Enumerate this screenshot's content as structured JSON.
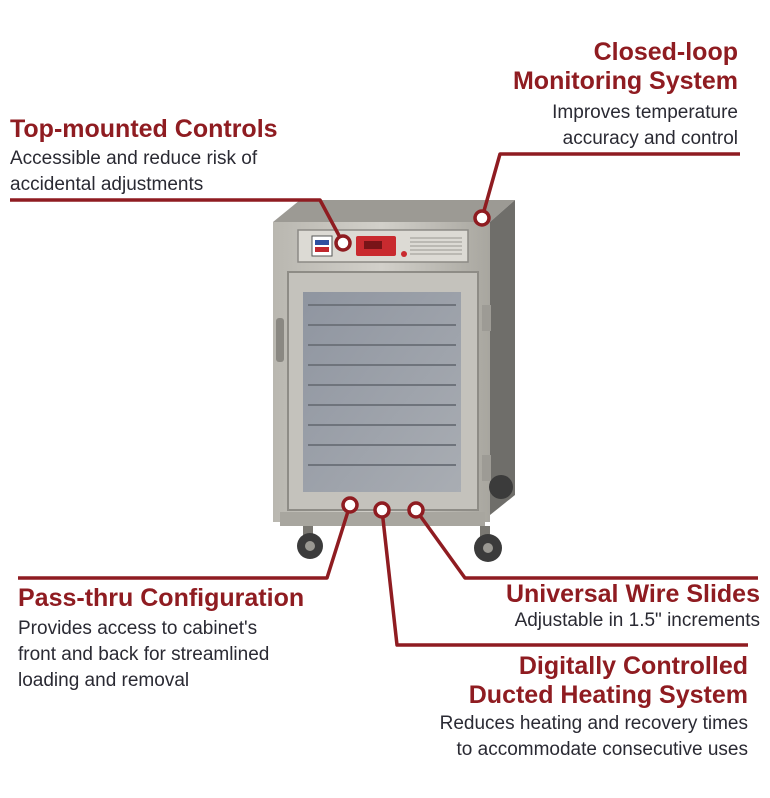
{
  "callouts": {
    "closed_loop": {
      "title_line1": "Closed-loop",
      "title_line2": "Monitoring System",
      "desc_line1": "Improves temperature",
      "desc_line2": "accuracy and control"
    },
    "top_controls": {
      "title": "Top-mounted Controls",
      "desc_line1": "Accessible and reduce risk of",
      "desc_line2": "accidental adjustments"
    },
    "pass_thru": {
      "title": "Pass-thru Configuration",
      "desc_line1": "Provides access to cabinet's",
      "desc_line2": "front and back for streamlined",
      "desc_line3": "loading and removal"
    },
    "wire_slides": {
      "title": "Universal Wire Slides",
      "desc": "Adjustable in 1.5\" increments"
    },
    "heating": {
      "title_line1": "Digitally Controlled",
      "title_line2": "Ducted Heating System",
      "desc_line1": "Reduces heating and recovery times",
      "desc_line2": "to accommodate consecutive uses"
    }
  },
  "colors": {
    "accent": "#8f1c21",
    "text": "#2a2a33"
  },
  "product_image": "heated holding cabinet"
}
